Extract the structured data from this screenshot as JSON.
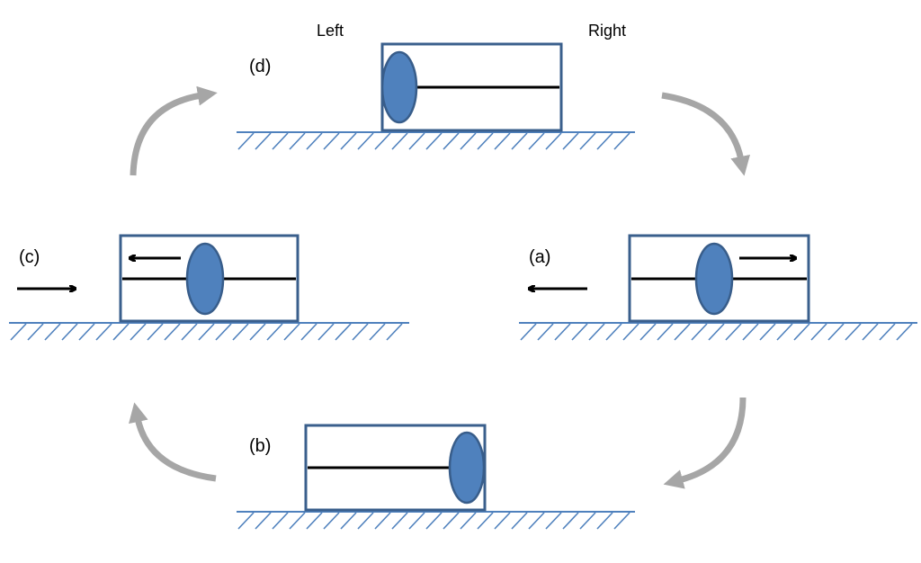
{
  "diagram": {
    "title": "Oscillating mass in a box — four stages",
    "direction_labels": {
      "left": "Left",
      "right": "Right"
    },
    "colors": {
      "box_stroke": "#3A5F8C",
      "mass_fill": "#4F81BD",
      "mass_stroke": "#385D8A",
      "ground": "#4F81BD",
      "rod": "#000000",
      "motion_arrow": "#000000",
      "cycle_arrow": "#A6A6A6"
    },
    "stages": [
      {
        "id": "d",
        "label": "(d)",
        "mass_position": "left-end",
        "inner_arrow": "none",
        "outer_arrow": "none"
      },
      {
        "id": "a",
        "label": "(a)",
        "mass_position": "center",
        "inner_arrow": "right",
        "outer_arrow": "left"
      },
      {
        "id": "b",
        "label": "(b)",
        "mass_position": "right-end",
        "inner_arrow": "none",
        "outer_arrow": "none"
      },
      {
        "id": "c",
        "label": "(c)",
        "mass_position": "center",
        "inner_arrow": "left",
        "outer_arrow": "right"
      }
    ],
    "cycle_order": [
      "d",
      "a",
      "b",
      "c",
      "d"
    ]
  }
}
